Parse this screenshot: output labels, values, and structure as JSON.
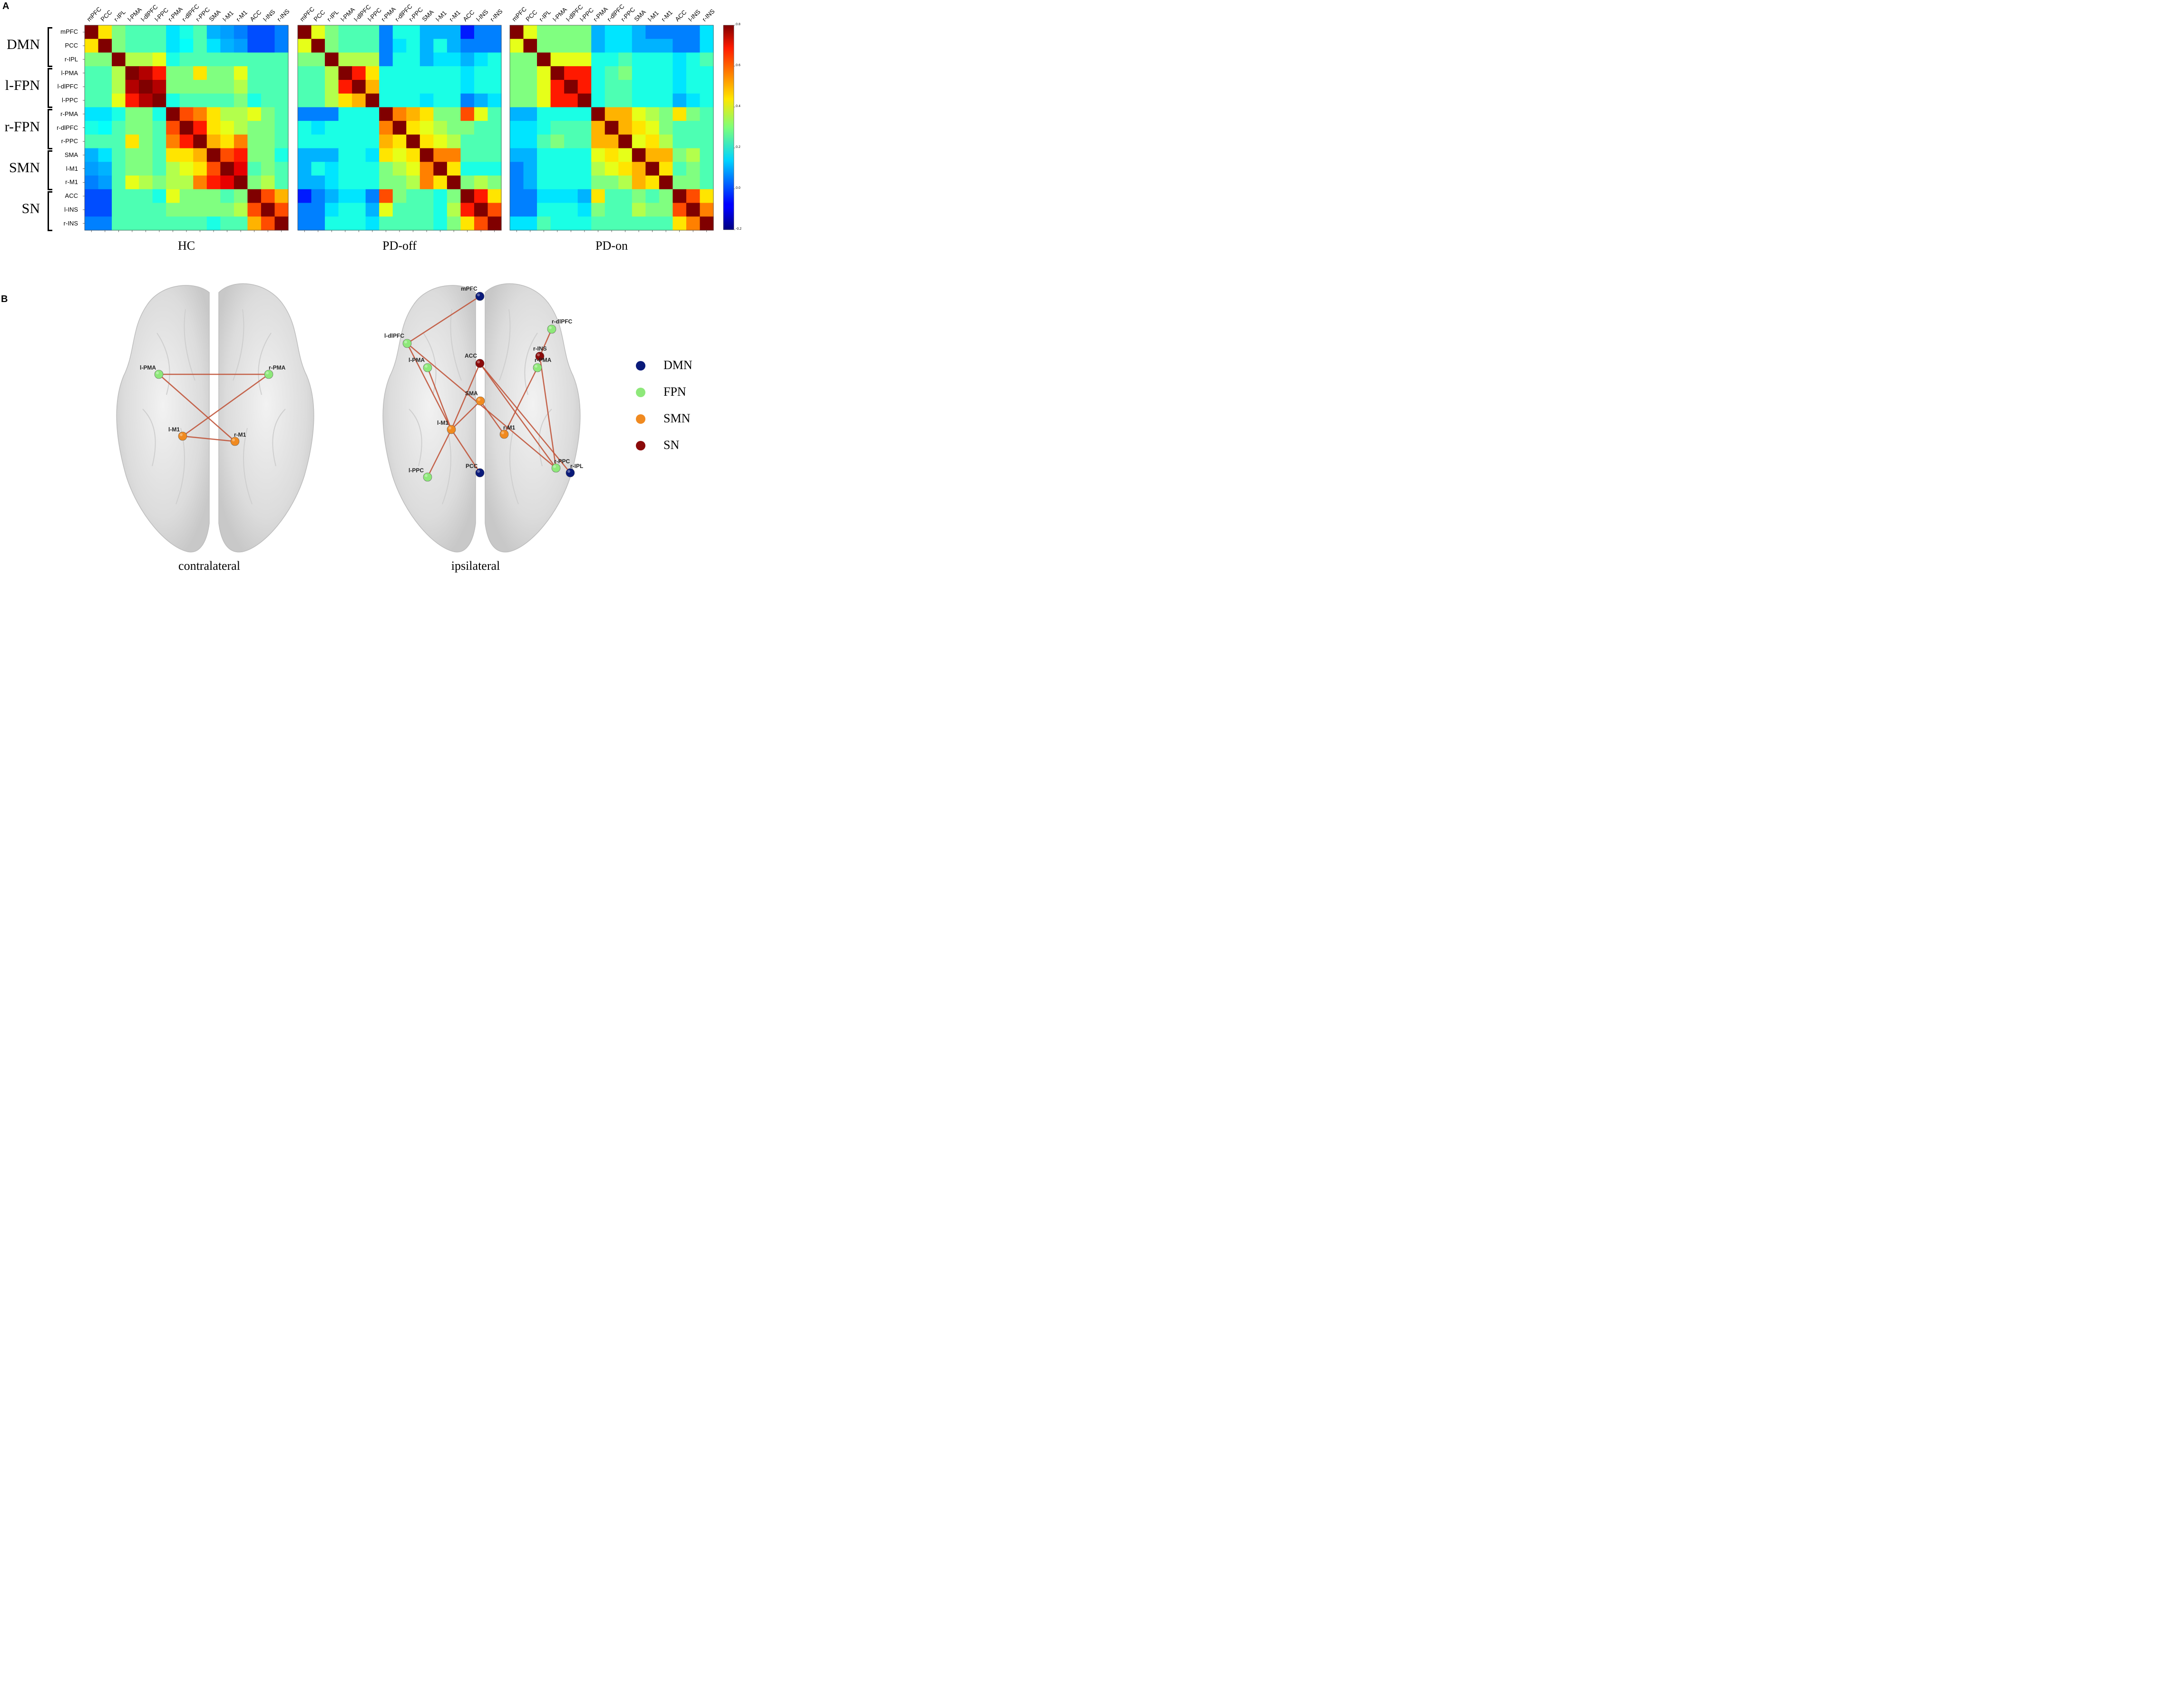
{
  "panel_a": {
    "letter": "A"
  },
  "panel_b": {
    "letter": "B"
  },
  "groups": [
    {
      "name": "DMN",
      "rows": [
        0,
        2
      ]
    },
    {
      "name": "l-FPN",
      "rows": [
        3,
        5
      ]
    },
    {
      "name": "r-FPN",
      "rows": [
        6,
        8
      ]
    },
    {
      "name": "SMN",
      "rows": [
        9,
        11
      ]
    },
    {
      "name": "SN",
      "rows": [
        12,
        14
      ]
    }
  ],
  "regions": [
    "mPFC",
    "PCC",
    "r-IPL",
    "l-PMA",
    "l-dlPFC",
    "l-PPC",
    "r-PMA",
    "r-dlPFC",
    "r-PPC",
    "SMA",
    "l-M1",
    "r-M1",
    "ACC",
    "l-INS",
    "r-INS"
  ],
  "colorbar": {
    "min": -0.2,
    "max": 0.8,
    "ticks": [
      "0.8",
      "0.6",
      "0.4",
      "0.2",
      "0.0",
      "-0.2"
    ],
    "colormap": "jet"
  },
  "chart_data": [
    {
      "type": "heatmap",
      "title": "HC",
      "rows": [
        "mPFC",
        "PCC",
        "r-IPL",
        "l-PMA",
        "l-dlPFC",
        "l-PPC",
        "r-PMA",
        "r-dlPFC",
        "r-PPC",
        "SMA",
        "l-M1",
        "r-M1",
        "ACC",
        "l-INS",
        "r-INS"
      ],
      "cols": [
        "mPFC",
        "PCC",
        "r-IPL",
        "l-PMA",
        "l-dlPFC",
        "l-PPC",
        "r-PMA",
        "r-dlPFC",
        "r-PPC",
        "SMA",
        "l-M1",
        "r-M1",
        "ACC",
        "l-INS",
        "r-INS"
      ],
      "values": [
        [
          0.8,
          0.45,
          0.3,
          0.25,
          0.25,
          0.25,
          0.15,
          0.2,
          0.25,
          0.1,
          0.08,
          0.05,
          0.0,
          0.0,
          0.05
        ],
        [
          0.45,
          0.8,
          0.3,
          0.25,
          0.25,
          0.25,
          0.15,
          0.18,
          0.25,
          0.15,
          0.1,
          0.08,
          0.0,
          0.0,
          0.05
        ],
        [
          0.3,
          0.3,
          0.8,
          0.35,
          0.35,
          0.4,
          0.2,
          0.25,
          0.25,
          0.25,
          0.25,
          0.25,
          0.25,
          0.25,
          0.25
        ],
        [
          0.25,
          0.25,
          0.35,
          0.8,
          0.75,
          0.65,
          0.3,
          0.3,
          0.45,
          0.3,
          0.3,
          0.4,
          0.25,
          0.25,
          0.25
        ],
        [
          0.25,
          0.25,
          0.35,
          0.75,
          0.8,
          0.75,
          0.3,
          0.3,
          0.3,
          0.3,
          0.3,
          0.35,
          0.25,
          0.25,
          0.25
        ],
        [
          0.25,
          0.25,
          0.4,
          0.65,
          0.75,
          0.8,
          0.2,
          0.25,
          0.25,
          0.25,
          0.25,
          0.3,
          0.2,
          0.25,
          0.25
        ],
        [
          0.15,
          0.15,
          0.2,
          0.3,
          0.3,
          0.2,
          0.8,
          0.6,
          0.55,
          0.45,
          0.35,
          0.35,
          0.4,
          0.3,
          0.25
        ],
        [
          0.2,
          0.18,
          0.25,
          0.3,
          0.3,
          0.25,
          0.6,
          0.8,
          0.65,
          0.45,
          0.4,
          0.35,
          0.3,
          0.3,
          0.25
        ],
        [
          0.25,
          0.25,
          0.25,
          0.45,
          0.3,
          0.25,
          0.55,
          0.65,
          0.8,
          0.5,
          0.45,
          0.55,
          0.3,
          0.3,
          0.25
        ],
        [
          0.1,
          0.15,
          0.25,
          0.3,
          0.3,
          0.25,
          0.45,
          0.45,
          0.5,
          0.8,
          0.6,
          0.65,
          0.3,
          0.3,
          0.2
        ],
        [
          0.08,
          0.1,
          0.25,
          0.3,
          0.3,
          0.25,
          0.35,
          0.4,
          0.45,
          0.6,
          0.8,
          0.7,
          0.25,
          0.3,
          0.25
        ],
        [
          0.05,
          0.08,
          0.25,
          0.4,
          0.35,
          0.3,
          0.35,
          0.35,
          0.55,
          0.65,
          0.7,
          0.8,
          0.3,
          0.35,
          0.25
        ],
        [
          0.0,
          0.0,
          0.25,
          0.25,
          0.25,
          0.2,
          0.4,
          0.3,
          0.3,
          0.3,
          0.25,
          0.3,
          0.8,
          0.6,
          0.5
        ],
        [
          0.0,
          0.0,
          0.25,
          0.25,
          0.25,
          0.25,
          0.3,
          0.3,
          0.3,
          0.3,
          0.3,
          0.35,
          0.6,
          0.8,
          0.6
        ],
        [
          0.05,
          0.05,
          0.25,
          0.25,
          0.25,
          0.25,
          0.25,
          0.25,
          0.25,
          0.2,
          0.25,
          0.25,
          0.5,
          0.6,
          0.8
        ]
      ]
    },
    {
      "type": "heatmap",
      "title": "PD-off",
      "rows": [
        "mPFC",
        "PCC",
        "r-IPL",
        "l-PMA",
        "l-dlPFC",
        "l-PPC",
        "r-PMA",
        "r-dlPFC",
        "r-PPC",
        "SMA",
        "l-M1",
        "r-M1",
        "ACC",
        "l-INS",
        "r-INS"
      ],
      "cols": [
        "mPFC",
        "PCC",
        "r-IPL",
        "l-PMA",
        "l-dlPFC",
        "l-PPC",
        "r-PMA",
        "r-dlPFC",
        "r-PPC",
        "SMA",
        "l-M1",
        "r-M1",
        "ACC",
        "l-INS",
        "r-INS"
      ],
      "values": [
        [
          0.8,
          0.4,
          0.3,
          0.25,
          0.25,
          0.25,
          0.05,
          0.2,
          0.2,
          0.1,
          0.1,
          0.1,
          -0.05,
          0.05,
          0.05
        ],
        [
          0.4,
          0.8,
          0.3,
          0.25,
          0.25,
          0.25,
          0.05,
          0.15,
          0.2,
          0.1,
          0.2,
          0.1,
          0.05,
          0.05,
          0.05
        ],
        [
          0.3,
          0.3,
          0.8,
          0.35,
          0.35,
          0.35,
          0.05,
          0.2,
          0.2,
          0.1,
          0.15,
          0.15,
          0.1,
          0.15,
          0.2
        ],
        [
          0.25,
          0.25,
          0.35,
          0.8,
          0.65,
          0.45,
          0.2,
          0.2,
          0.2,
          0.2,
          0.2,
          0.2,
          0.15,
          0.2,
          0.2
        ],
        [
          0.25,
          0.25,
          0.35,
          0.65,
          0.8,
          0.5,
          0.2,
          0.2,
          0.2,
          0.2,
          0.2,
          0.2,
          0.15,
          0.2,
          0.2
        ],
        [
          0.25,
          0.25,
          0.35,
          0.45,
          0.5,
          0.8,
          0.2,
          0.2,
          0.2,
          0.15,
          0.2,
          0.2,
          0.05,
          0.1,
          0.15
        ],
        [
          0.05,
          0.05,
          0.05,
          0.2,
          0.2,
          0.2,
          0.8,
          0.55,
          0.5,
          0.45,
          0.3,
          0.3,
          0.6,
          0.4,
          0.25
        ],
        [
          0.2,
          0.15,
          0.2,
          0.2,
          0.2,
          0.2,
          0.55,
          0.8,
          0.45,
          0.4,
          0.35,
          0.3,
          0.3,
          0.25,
          0.25
        ],
        [
          0.2,
          0.2,
          0.2,
          0.2,
          0.2,
          0.2,
          0.5,
          0.45,
          0.8,
          0.45,
          0.4,
          0.35,
          0.25,
          0.25,
          0.25
        ],
        [
          0.1,
          0.1,
          0.1,
          0.2,
          0.2,
          0.15,
          0.45,
          0.4,
          0.45,
          0.8,
          0.55,
          0.55,
          0.25,
          0.25,
          0.25
        ],
        [
          0.1,
          0.2,
          0.15,
          0.2,
          0.2,
          0.2,
          0.3,
          0.35,
          0.4,
          0.55,
          0.8,
          0.45,
          0.2,
          0.2,
          0.2
        ],
        [
          0.1,
          0.1,
          0.15,
          0.2,
          0.2,
          0.2,
          0.3,
          0.3,
          0.35,
          0.55,
          0.45,
          0.8,
          0.3,
          0.35,
          0.3
        ],
        [
          -0.05,
          0.05,
          0.1,
          0.15,
          0.15,
          0.05,
          0.6,
          0.3,
          0.25,
          0.25,
          0.2,
          0.3,
          0.8,
          0.65,
          0.45
        ],
        [
          0.05,
          0.05,
          0.15,
          0.2,
          0.2,
          0.1,
          0.4,
          0.25,
          0.25,
          0.25,
          0.2,
          0.35,
          0.65,
          0.8,
          0.6
        ],
        [
          0.05,
          0.05,
          0.2,
          0.2,
          0.2,
          0.15,
          0.25,
          0.25,
          0.25,
          0.25,
          0.2,
          0.3,
          0.45,
          0.6,
          0.8
        ]
      ]
    },
    {
      "type": "heatmap",
      "title": "PD-on",
      "rows": [
        "mPFC",
        "PCC",
        "r-IPL",
        "l-PMA",
        "l-dlPFC",
        "l-PPC",
        "r-PMA",
        "r-dlPFC",
        "r-PPC",
        "SMA",
        "l-M1",
        "r-M1",
        "ACC",
        "l-INS",
        "r-INS"
      ],
      "cols": [
        "mPFC",
        "PCC",
        "r-IPL",
        "l-PMA",
        "l-dlPFC",
        "l-PPC",
        "r-PMA",
        "r-dlPFC",
        "r-PPC",
        "SMA",
        "l-M1",
        "r-M1",
        "ACC",
        "l-INS",
        "r-INS"
      ],
      "values": [
        [
          0.8,
          0.4,
          0.3,
          0.3,
          0.3,
          0.3,
          0.1,
          0.15,
          0.15,
          0.1,
          0.05,
          0.05,
          0.05,
          0.05,
          0.15
        ],
        [
          0.4,
          0.8,
          0.3,
          0.3,
          0.3,
          0.3,
          0.1,
          0.15,
          0.15,
          0.1,
          0.1,
          0.1,
          0.05,
          0.05,
          0.15
        ],
        [
          0.3,
          0.3,
          0.8,
          0.4,
          0.4,
          0.4,
          0.2,
          0.2,
          0.25,
          0.2,
          0.2,
          0.2,
          0.15,
          0.2,
          0.25
        ],
        [
          0.3,
          0.3,
          0.4,
          0.8,
          0.65,
          0.65,
          0.2,
          0.25,
          0.3,
          0.2,
          0.2,
          0.2,
          0.15,
          0.2,
          0.2
        ],
        [
          0.3,
          0.3,
          0.4,
          0.65,
          0.8,
          0.65,
          0.2,
          0.25,
          0.25,
          0.2,
          0.2,
          0.2,
          0.15,
          0.2,
          0.2
        ],
        [
          0.3,
          0.3,
          0.4,
          0.65,
          0.65,
          0.8,
          0.2,
          0.25,
          0.25,
          0.2,
          0.2,
          0.2,
          0.1,
          0.15,
          0.2
        ],
        [
          0.1,
          0.1,
          0.2,
          0.2,
          0.2,
          0.2,
          0.8,
          0.5,
          0.5,
          0.4,
          0.35,
          0.3,
          0.45,
          0.3,
          0.25
        ],
        [
          0.15,
          0.15,
          0.2,
          0.25,
          0.25,
          0.25,
          0.5,
          0.8,
          0.5,
          0.45,
          0.4,
          0.3,
          0.25,
          0.25,
          0.25
        ],
        [
          0.15,
          0.15,
          0.25,
          0.3,
          0.25,
          0.25,
          0.5,
          0.5,
          0.8,
          0.4,
          0.45,
          0.35,
          0.25,
          0.25,
          0.25
        ],
        [
          0.1,
          0.1,
          0.2,
          0.2,
          0.2,
          0.2,
          0.4,
          0.45,
          0.4,
          0.8,
          0.5,
          0.5,
          0.3,
          0.35,
          0.25
        ],
        [
          0.05,
          0.1,
          0.2,
          0.2,
          0.2,
          0.2,
          0.35,
          0.4,
          0.45,
          0.5,
          0.8,
          0.45,
          0.25,
          0.3,
          0.25
        ],
        [
          0.05,
          0.1,
          0.2,
          0.2,
          0.2,
          0.2,
          0.3,
          0.3,
          0.35,
          0.5,
          0.45,
          0.8,
          0.3,
          0.3,
          0.25
        ],
        [
          0.05,
          0.05,
          0.15,
          0.15,
          0.15,
          0.1,
          0.45,
          0.25,
          0.25,
          0.3,
          0.25,
          0.3,
          0.8,
          0.6,
          0.45
        ],
        [
          0.05,
          0.05,
          0.2,
          0.2,
          0.2,
          0.15,
          0.3,
          0.25,
          0.25,
          0.35,
          0.3,
          0.3,
          0.6,
          0.8,
          0.55
        ],
        [
          0.15,
          0.15,
          0.25,
          0.2,
          0.2,
          0.2,
          0.25,
          0.25,
          0.25,
          0.25,
          0.25,
          0.25,
          0.45,
          0.55,
          0.8
        ]
      ]
    }
  ],
  "brains": [
    {
      "caption": "contralateral",
      "nodes": [
        {
          "id": "l-PMA",
          "label": "l-PMA",
          "network": "FPN"
        },
        {
          "id": "r-PMA",
          "label": "r-PMA",
          "network": "FPN"
        },
        {
          "id": "l-M1",
          "label": "l-M1",
          "network": "SMN"
        },
        {
          "id": "r-M1",
          "label": "r-M1",
          "network": "SMN"
        }
      ],
      "edges": [
        [
          "l-PMA",
          "r-PMA"
        ],
        [
          "l-PMA",
          "r-M1"
        ],
        [
          "r-PMA",
          "l-M1"
        ],
        [
          "l-M1",
          "r-M1"
        ]
      ]
    },
    {
      "caption": "ipsilateral",
      "nodes": [
        {
          "id": "mPFC",
          "label": "mPFC",
          "network": "DMN"
        },
        {
          "id": "r-dlPFC",
          "label": "r-dlPFC",
          "network": "FPN"
        },
        {
          "id": "l-dlPFC",
          "label": "l-dlPFC",
          "network": "FPN"
        },
        {
          "id": "r-INS",
          "label": "r-INS",
          "network": "SN"
        },
        {
          "id": "ACC",
          "label": "ACC",
          "network": "SN"
        },
        {
          "id": "l-PMA",
          "label": "l-PMA",
          "network": "FPN"
        },
        {
          "id": "r-PMA",
          "label": "r-PMA",
          "network": "FPN"
        },
        {
          "id": "SMA",
          "label": "SMA",
          "network": "SMN"
        },
        {
          "id": "l-M1",
          "label": "l-M1",
          "network": "SMN"
        },
        {
          "id": "r-M1",
          "label": "r-M1",
          "network": "SMN"
        },
        {
          "id": "l-PPC",
          "label": "l-PPC",
          "network": "FPN"
        },
        {
          "id": "PCC",
          "label": "PCC",
          "network": "DMN"
        },
        {
          "id": "r-PPC",
          "label": "r-PPC",
          "network": "FPN"
        },
        {
          "id": "r-IPL",
          "label": "r-IPL",
          "network": "DMN"
        }
      ],
      "edges": [
        [
          "l-dlPFC",
          "mPFC"
        ],
        [
          "l-dlPFC",
          "l-M1"
        ],
        [
          "l-dlPFC",
          "r-PPC"
        ],
        [
          "l-PMA",
          "l-M1"
        ],
        [
          "l-M1",
          "ACC"
        ],
        [
          "l-M1",
          "SMA"
        ],
        [
          "l-M1",
          "l-PPC"
        ],
        [
          "l-M1",
          "PCC"
        ],
        [
          "ACC",
          "r-PPC"
        ],
        [
          "ACC",
          "r-IPL"
        ],
        [
          "SMA",
          "r-M1"
        ],
        [
          "r-PMA",
          "r-M1"
        ],
        [
          "r-INS",
          "r-PPC"
        ],
        [
          "r-dlPFC",
          "r-INS"
        ]
      ]
    }
  ],
  "legend": [
    {
      "label": "DMN",
      "color": "#0a1a7a"
    },
    {
      "label": "FPN",
      "color": "#8ee87a"
    },
    {
      "label": "SMN",
      "color": "#f08a20"
    },
    {
      "label": "SN",
      "color": "#8b0a0a"
    }
  ],
  "edge_color": "#c0543a"
}
